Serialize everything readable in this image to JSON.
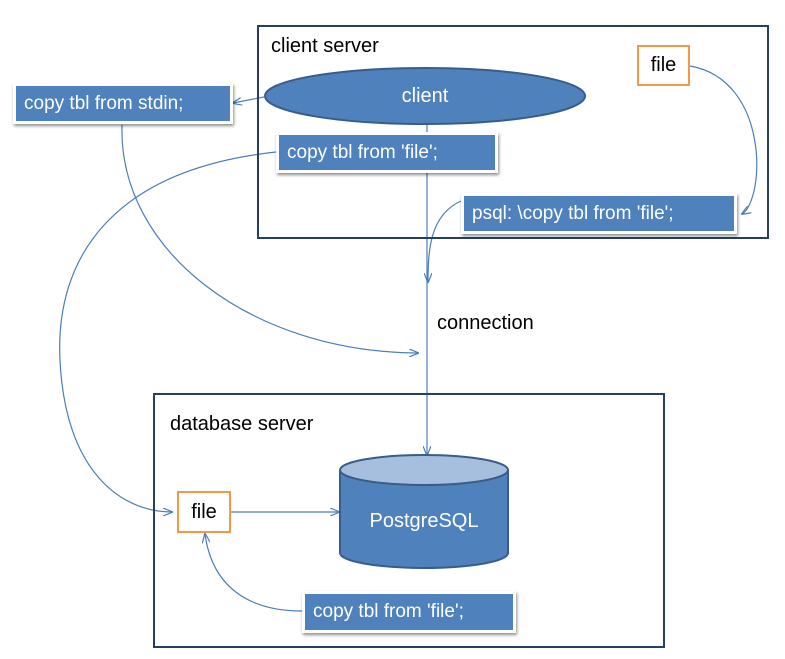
{
  "client_server": {
    "label": "client server",
    "client": "client",
    "file": "file",
    "copy_from_file": "copy tbl from 'file';",
    "psql_copy": "psql: \\copy tbl from 'file';"
  },
  "external": {
    "copy_from_stdin": "copy tbl from stdin;"
  },
  "connection_label": "connection",
  "database_server": {
    "label": "database server",
    "file": "file",
    "postgres": "PostgreSQL",
    "copy_from_file": "copy tbl from 'file';"
  },
  "colors": {
    "frame": "#243f60",
    "shape_fill": "#4f81bd",
    "shape_border": "#385d8a",
    "file_border": "#f79646",
    "connector": "#4a7ebb"
  }
}
